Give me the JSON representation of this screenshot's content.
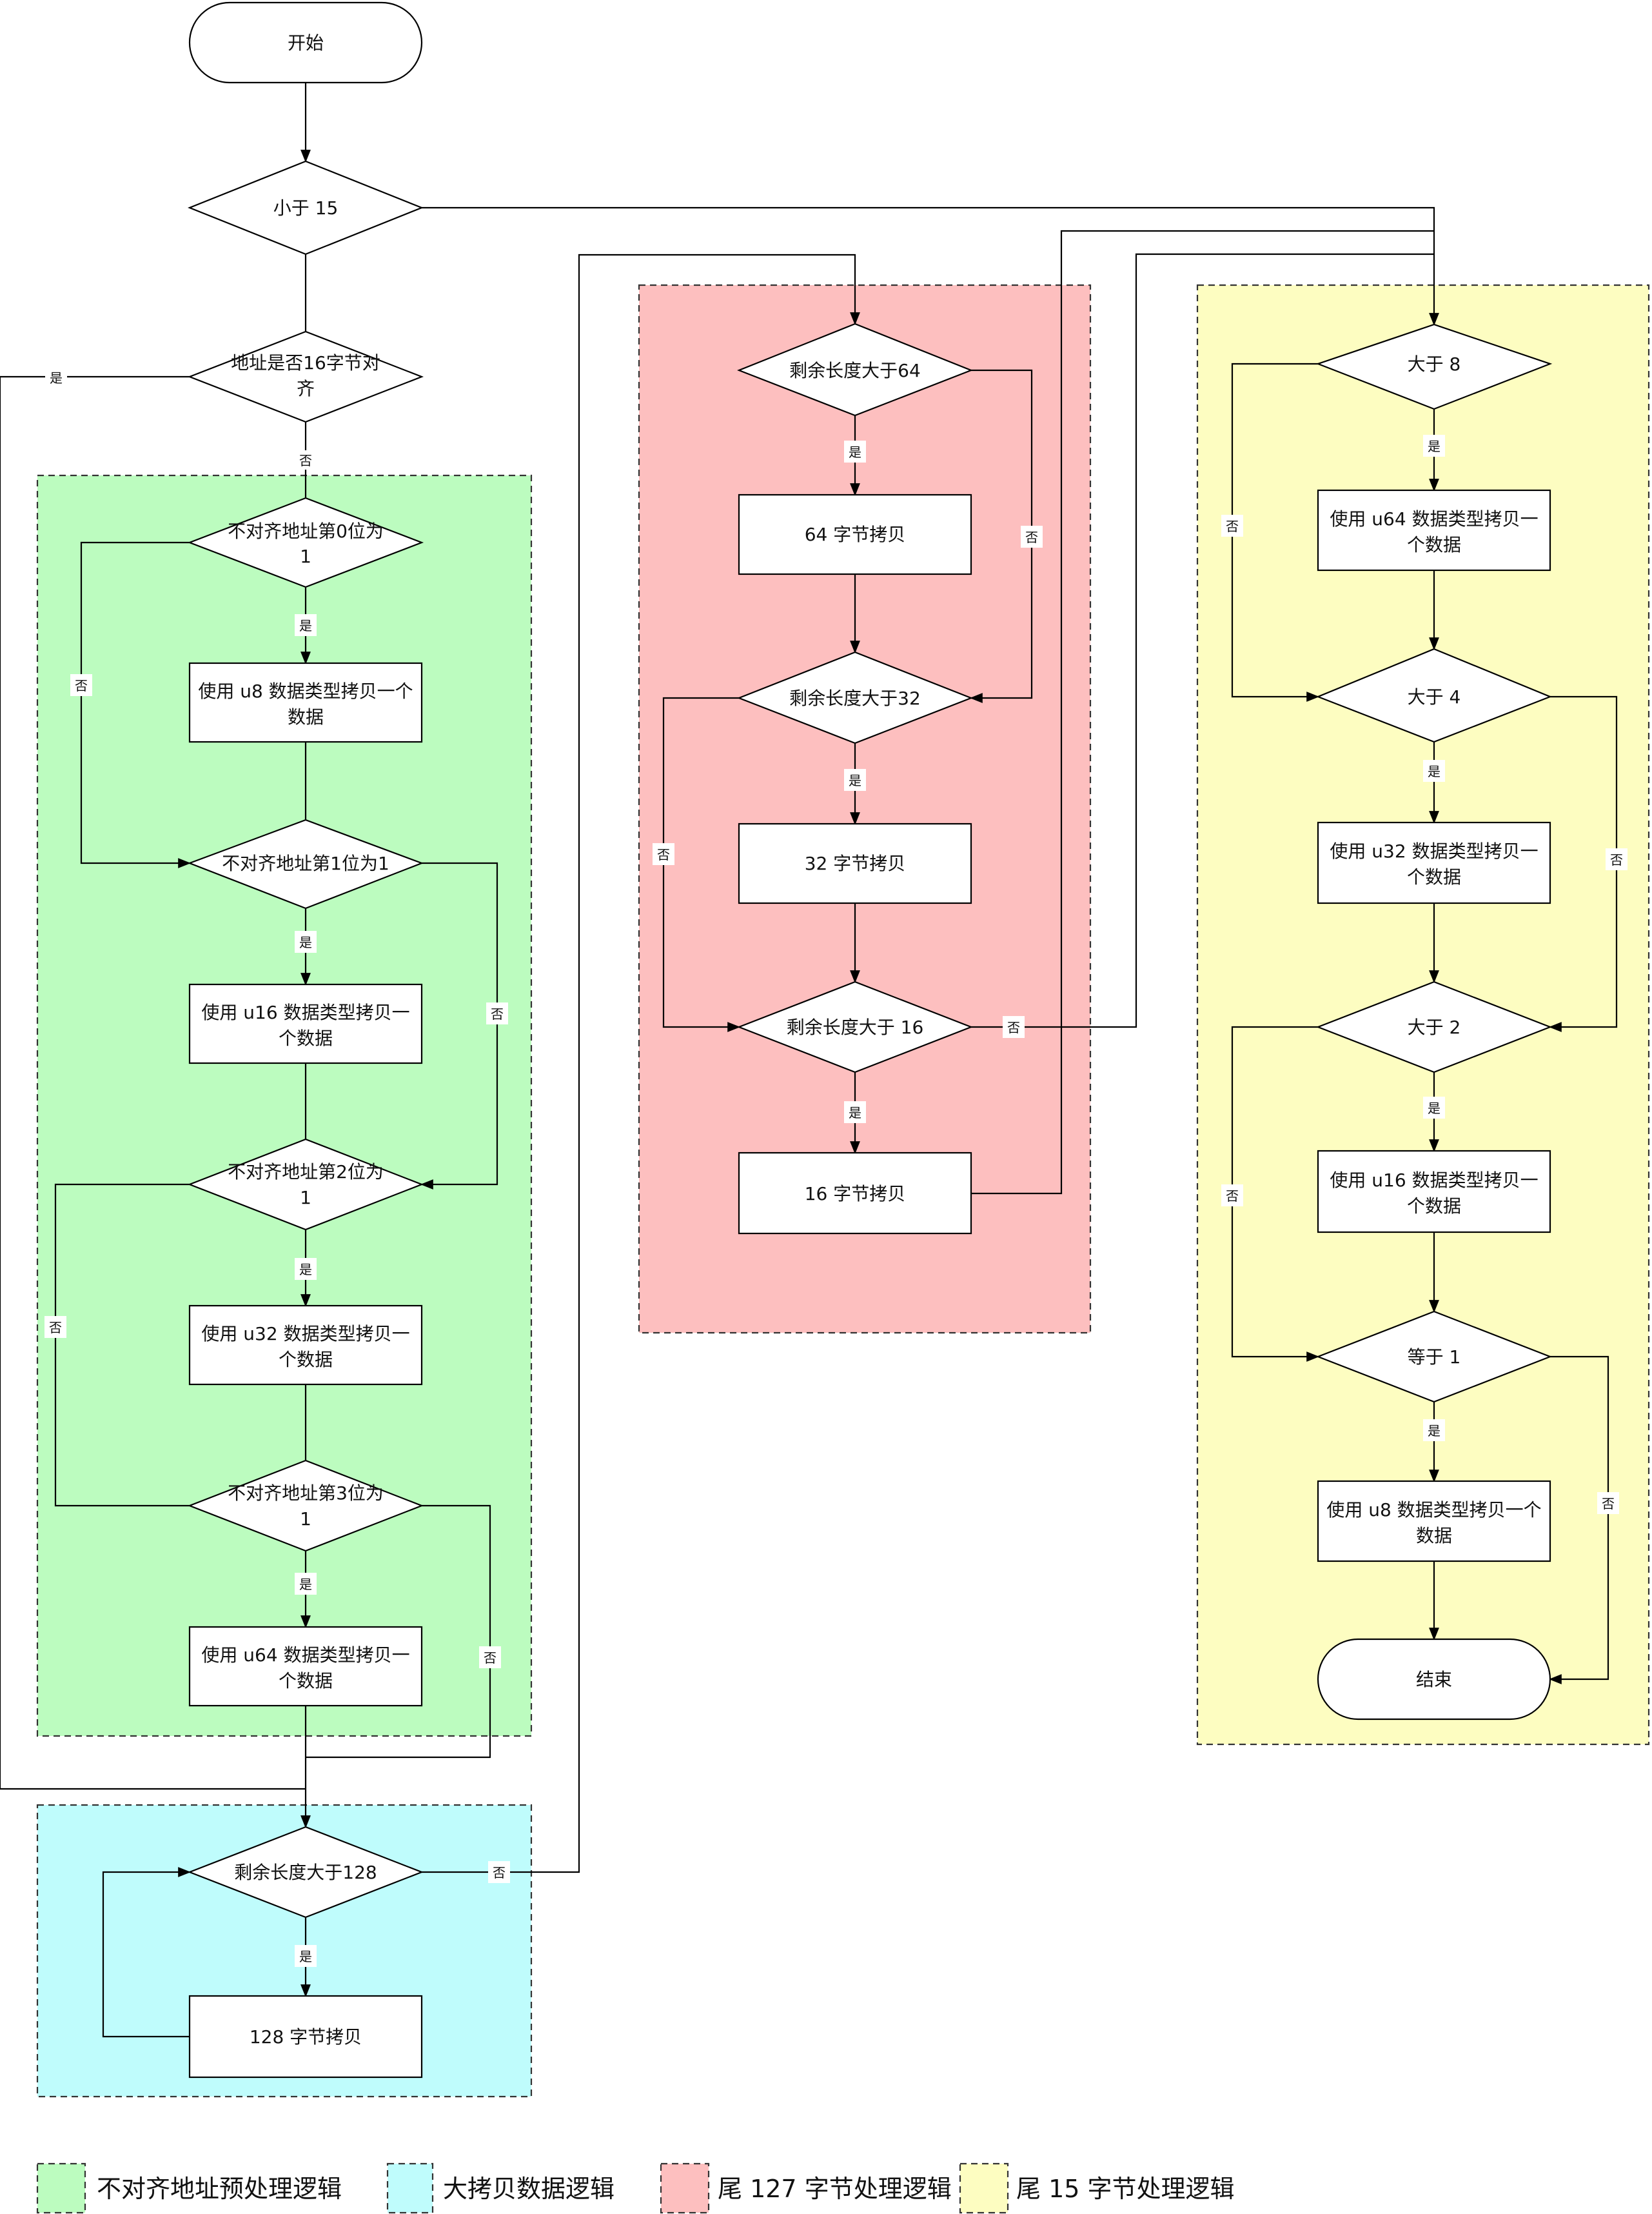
{
  "colors": {
    "green": "#bcfcbf",
    "cyan": "#bffcfc",
    "red": "#fdbfbf",
    "yellow": "#fdfdc1"
  },
  "nodes": {
    "start": "开始",
    "lt15": "小于 15",
    "aligned16": [
      "地址是否16字节对",
      "齐"
    ],
    "g_bit0": [
      "不对齐地址第0位为",
      "1"
    ],
    "g_u8": [
      "使用 u8 数据类型拷贝一个",
      "数据"
    ],
    "g_bit1": "不对齐地址第1位为1",
    "g_u16": [
      "使用 u16 数据类型拷贝一",
      "个数据"
    ],
    "g_bit2": [
      "不对齐地址第2位为",
      "1"
    ],
    "g_u32": [
      "使用 u32 数据类型拷贝一",
      "个数据"
    ],
    "g_bit3": [
      "不对齐地址第3位为",
      "1"
    ],
    "g_u64": [
      "使用 u64 数据类型拷贝一",
      "个数据"
    ],
    "c_gt128": "剩余长度大于128",
    "c_copy128": "128 字节拷贝",
    "r_gt64": "剩余长度大于64",
    "r_copy64": "64 字节拷贝",
    "r_gt32": "剩余长度大于32",
    "r_copy32": "32 字节拷贝",
    "r_gt16": "剩余长度大于 16",
    "r_copy16": "16 字节拷贝",
    "y_gt8": "大于 8",
    "y_u64": [
      "使用 u64 数据类型拷贝一",
      "个数据"
    ],
    "y_gt4": "大于 4",
    "y_u32": [
      "使用 u32 数据类型拷贝一",
      "个数据"
    ],
    "y_gt2": "大于 2",
    "y_u16": [
      "使用 u16 数据类型拷贝一",
      "个数据"
    ],
    "y_eq1": "等于 1",
    "y_u8": [
      "使用 u8 数据类型拷贝一个",
      "数据"
    ],
    "end": "结束"
  },
  "edge_labels": {
    "yes": "是",
    "no": "否"
  },
  "legend": [
    {
      "label": "不对齐地址预处理逻辑",
      "color": "#bcfcbf"
    },
    {
      "label": "大拷贝数据逻辑",
      "color": "#bffcfc"
    },
    {
      "label": "尾 127 字节处理逻辑",
      "color": "#fdbfbf"
    },
    {
      "label": "尾 15 字节处理逻辑",
      "color": "#fdfdc1"
    }
  ]
}
